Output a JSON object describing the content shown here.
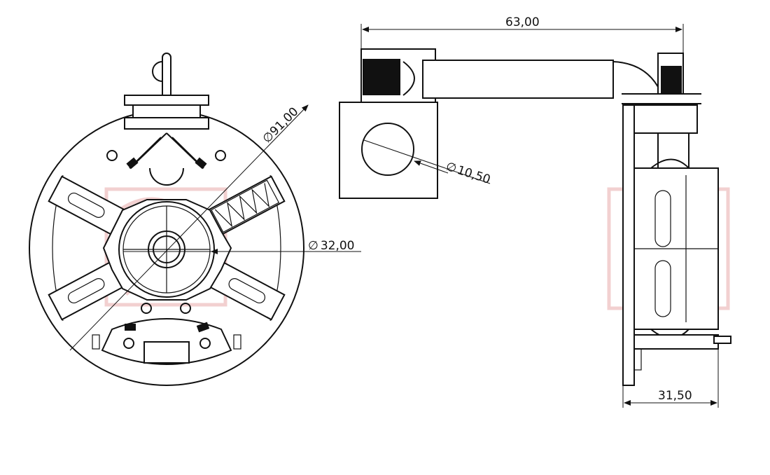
{
  "dimensions": {
    "width_total": "63,00",
    "outer_diameter": "91,00",
    "hole_diameter": "10,50",
    "hub_diameter": "32,00",
    "depth": "31,50"
  },
  "diameter_symbol": "∅",
  "watermark": {
    "color": "#e8a9a9"
  },
  "line_color": "#111111"
}
